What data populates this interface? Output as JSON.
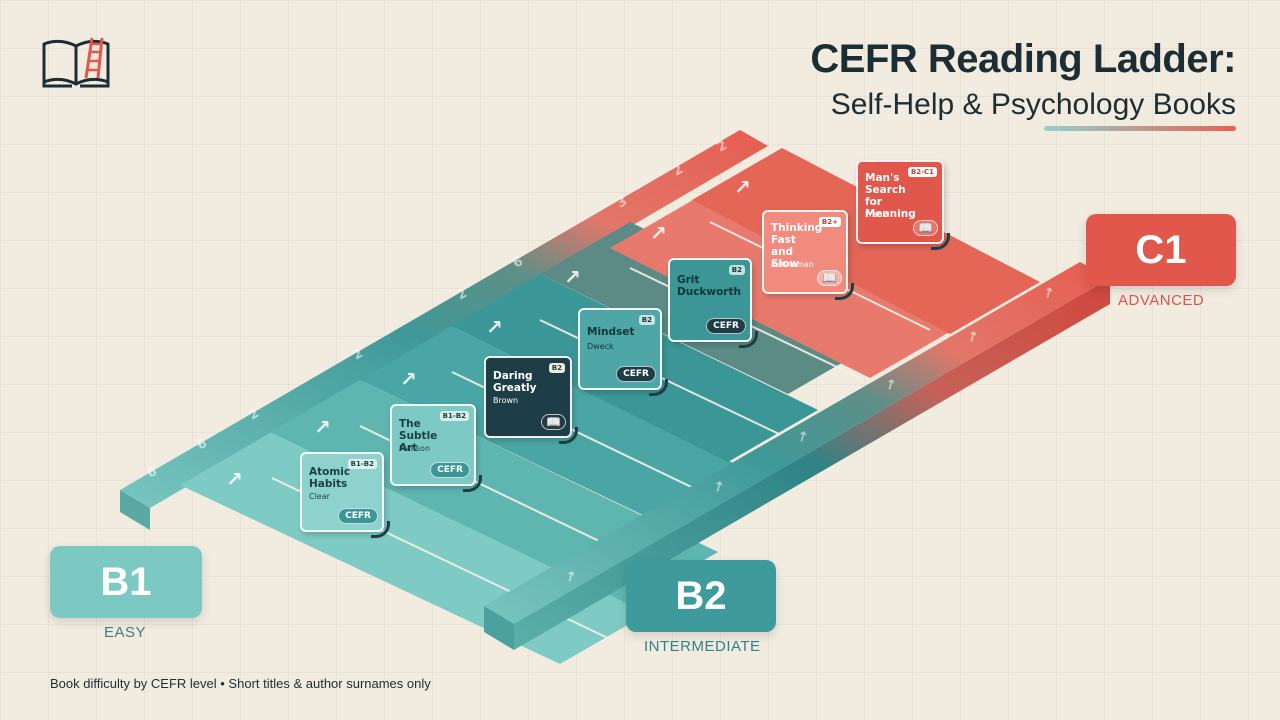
{
  "title": {
    "line1": "CEFR Reading Ladder:",
    "line2": "Self-Help & Psychology Books"
  },
  "levels": [
    {
      "code": "B1",
      "label": "EASY",
      "color": "#7cc9c3",
      "text_color": "#3e7f80"
    },
    {
      "code": "B2",
      "label": "INTERMEDIATE",
      "color": "#3f9a9b",
      "text_color": "#2f8388"
    },
    {
      "code": "C1",
      "label": "ADVANCED",
      "color": "#e2574c",
      "text_color": "#d8574b"
    }
  ],
  "books": [
    {
      "title": "Atomic Habits",
      "author": "Clear",
      "level": "B1-B2",
      "badge": "CEFR",
      "card_color": "#8dd2cc"
    },
    {
      "title": "The Subtle Art",
      "author": "Manson",
      "level": "B1-B2",
      "badge": "CEFR",
      "card_color": "#7ccac3"
    },
    {
      "title": "Daring Greatly",
      "author": "Brown",
      "level": "B2",
      "badge": "book-icon",
      "card_color": "#1d3e46"
    },
    {
      "title": "Mindset",
      "author": "Dweck",
      "level": "B2",
      "badge": "CEFR",
      "card_color": "#4ea7a6"
    },
    {
      "title": "Grit Duckworth",
      "author": "",
      "level": "B2",
      "badge": "CEFR",
      "card_color": "#3b9695"
    },
    {
      "title": "Thinking Fast and Slow",
      "author": "Kahneman",
      "level": "B2+",
      "badge": "book-icon",
      "card_color": "#f08b7e"
    },
    {
      "title": "Man's Search for Meaning",
      "author": "Frankl",
      "level": "B2-C1",
      "badge": "book-icon",
      "card_color": "#e2574c"
    }
  ],
  "footer": "Book difficulty by CEFR level • Short titles & author surnames only"
}
